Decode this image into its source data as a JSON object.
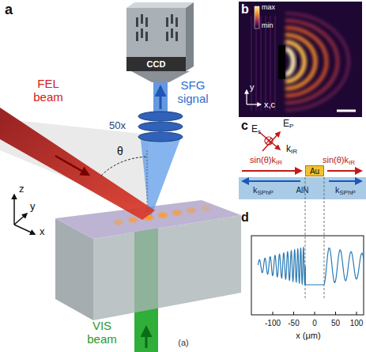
{
  "diagram": {
    "nodes": [
      {
        "text": [
          "CCD"
        ]
      },
      {
        "text": [
          "Au"
        ]
      },
      {
        "text": [
          "AlN"
        ]
      }
    ],
    "labels": [
      "a",
      "FEL beam",
      "θ",
      "SFG signal",
      "50x",
      "z",
      "y",
      "x",
      "VIS beam",
      "b",
      "max",
      "min",
      "y",
      "x,c",
      "c",
      "E",
      "s",
      "E",
      "P",
      "k",
      "IR",
      "sin(θ)k",
      "IR",
      "sin(θ)k",
      "IR",
      "k",
      "SPhP",
      "k",
      "SPhP",
      "d",
      "-100",
      "-50",
      "0",
      "50",
      "100",
      "x (μm)",
      "(a)"
    ]
  }
}
